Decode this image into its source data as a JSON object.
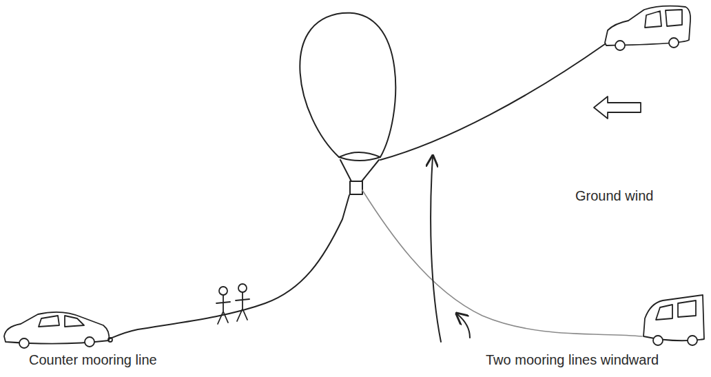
{
  "diagram": {
    "labels": [
      "Ground wind",
      "Counter mooring line",
      "Two mooring lines windward"
    ]
  }
}
